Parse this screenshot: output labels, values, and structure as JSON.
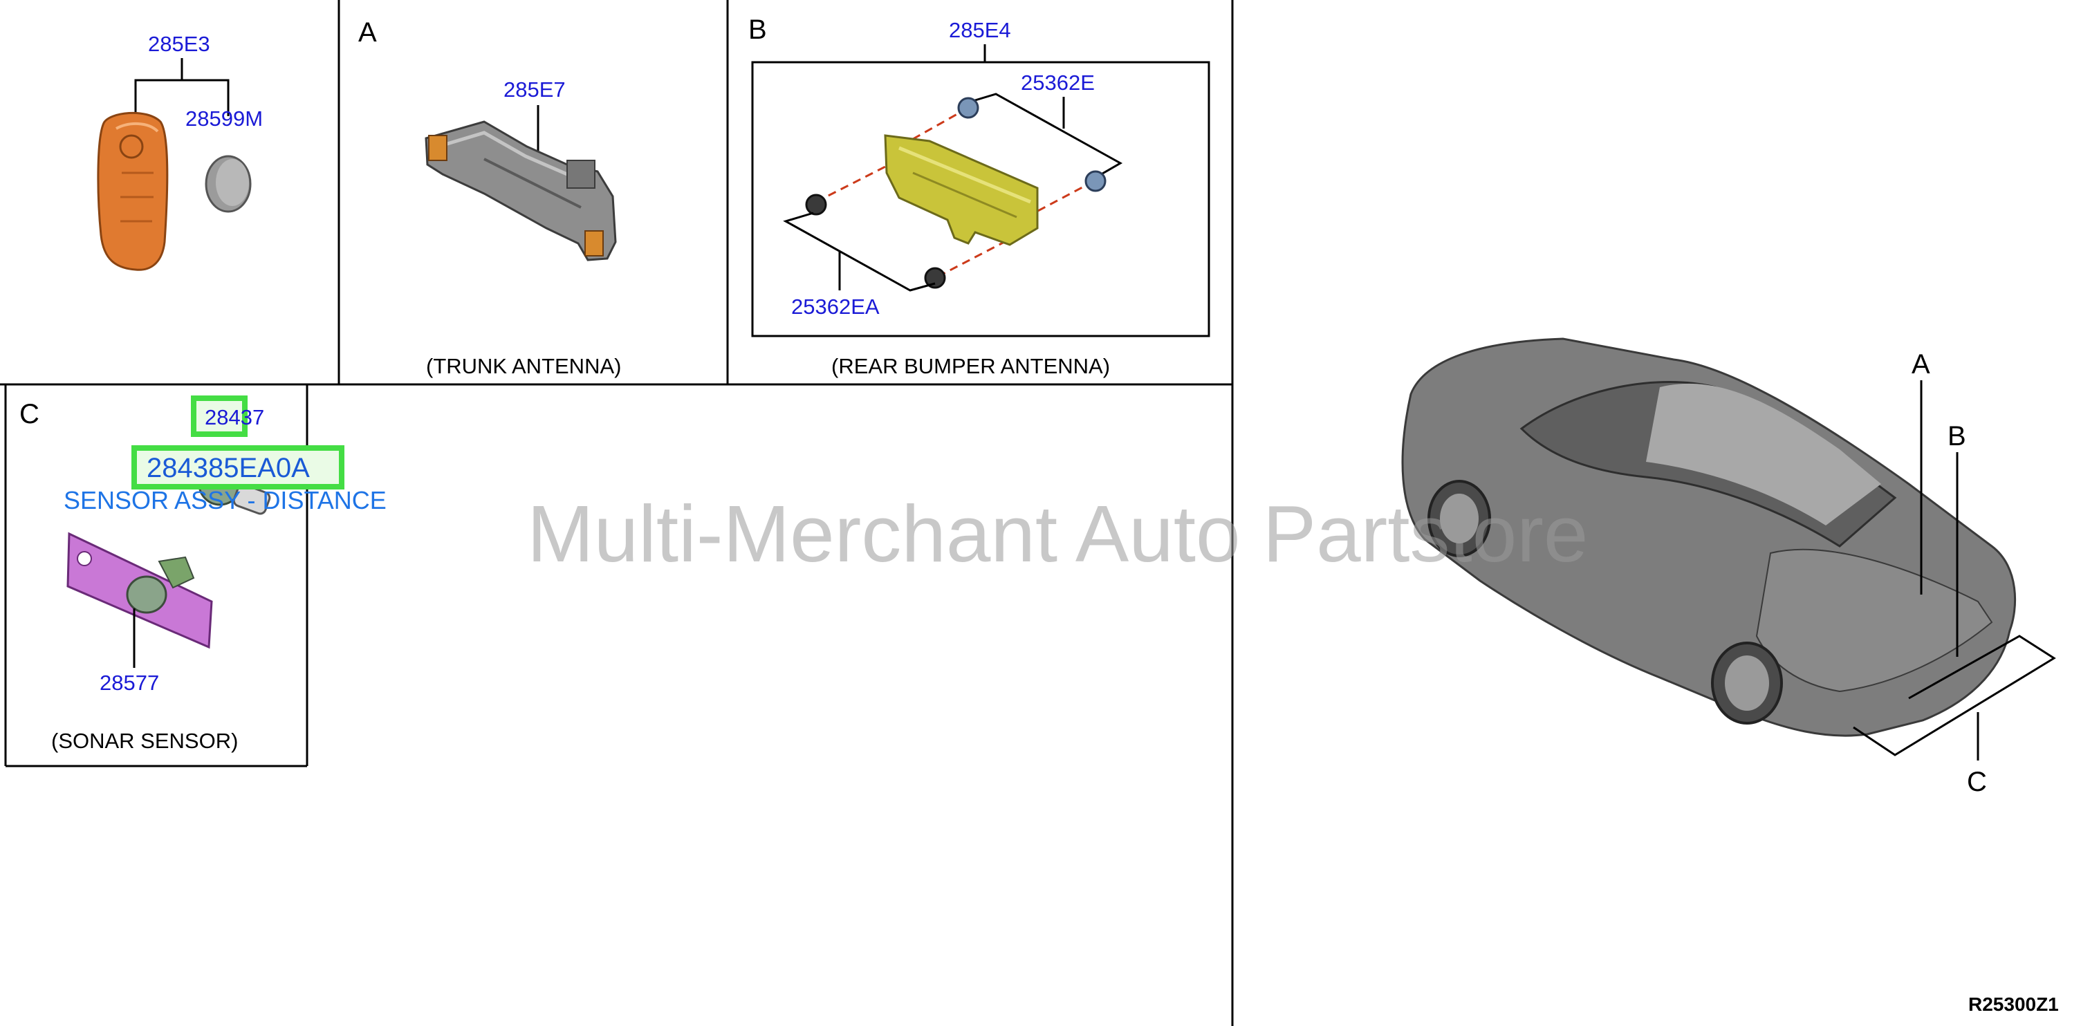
{
  "panel_keyfob": {
    "part_top": "285E3",
    "part_battery": "28599M"
  },
  "panel_a": {
    "letter": "A",
    "part": "285E7",
    "caption": "(TRUNK ANTENNA)"
  },
  "panel_b": {
    "letter": "B",
    "part_top": "285E4",
    "part_nut": "25362E",
    "part_bolt": "25362EA",
    "caption": "(REAR BUMPER ANTENNA)"
  },
  "panel_c": {
    "letter": "C",
    "part_sensor": "28437",
    "part_highlight": "284385EA0A",
    "description": "SENSOR ASSY - DISTANCE",
    "part_bracket": "28577",
    "caption": "(SONAR SENSOR)"
  },
  "car_view": {
    "label_a": "A",
    "label_b": "B",
    "label_c": "C"
  },
  "watermark": "Multi-Merchant Auto Partstore",
  "reference": "R25300Z1",
  "colors": {
    "part_label": "#1a1ad6",
    "highlight_box": "#44dd44",
    "keyfob": "#e07a30",
    "antenna_bracket": "#c9c43a",
    "sonar_bracket": "#c978d6",
    "car_body": "#7d7d7d"
  }
}
